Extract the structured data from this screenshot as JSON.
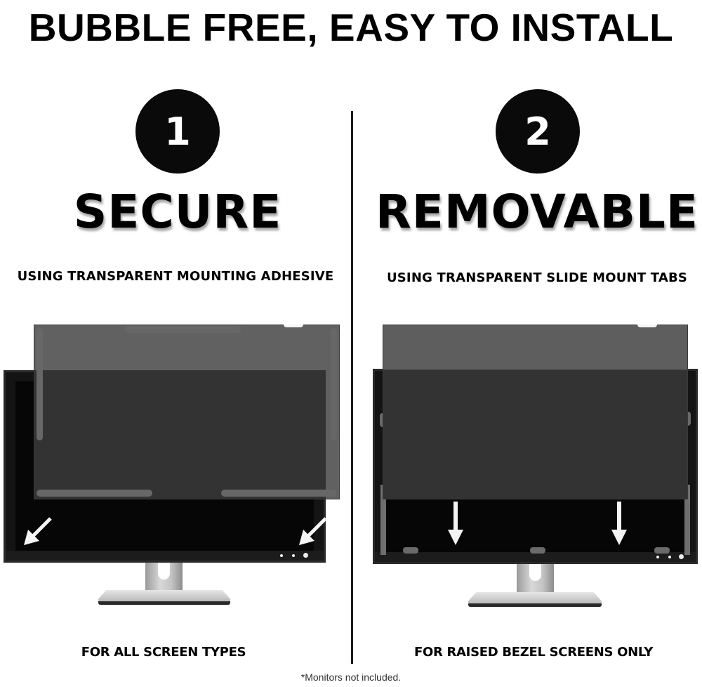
{
  "title": "BUBBLE FREE, EASY TO INSTALL",
  "options": [
    {
      "number": "1",
      "heading": "SECURE",
      "subtitle": "USING TRANSPARENT MOUNTING ADHESIVE",
      "bottom_label": "FOR ALL SCREEN TYPES",
      "illustration": "monitor-with-privacy-filter-adhesive",
      "arrow_direction": "diagonal-down-left"
    },
    {
      "number": "2",
      "heading": "REMOVABLE",
      "subtitle": "USING TRANSPARENT SLIDE MOUNT TABS",
      "bottom_label": "FOR RAISED BEZEL SCREENS ONLY",
      "illustration": "monitor-with-privacy-filter-slide-tabs",
      "arrow_direction": "down"
    }
  ],
  "footnote": "*Monitors not included.",
  "colors": {
    "background": "#ffffff",
    "text": "#000000",
    "circle": "#0a0a0a",
    "filter": "#555555",
    "bezel": "#141414"
  }
}
